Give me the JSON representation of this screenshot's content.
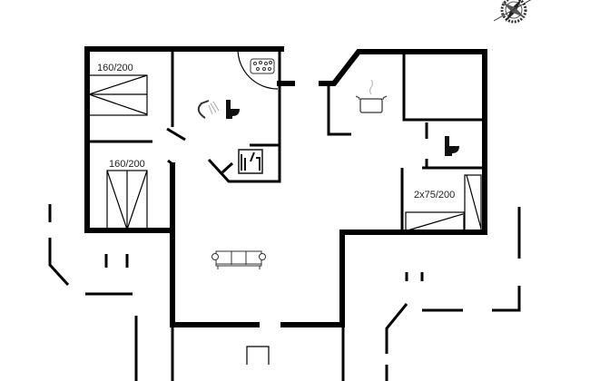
{
  "plan": {
    "bed_labels": [
      "160/200",
      "160/200",
      "2x75/200"
    ],
    "icons": [
      "compass-rose-icon",
      "hot-tub-icon",
      "shower-icon",
      "toilet-icon",
      "sauna-icon",
      "cooking-pot-icon",
      "sofa-icon"
    ],
    "colors": {
      "wall": "#000000",
      "background": "#ffffff"
    }
  }
}
